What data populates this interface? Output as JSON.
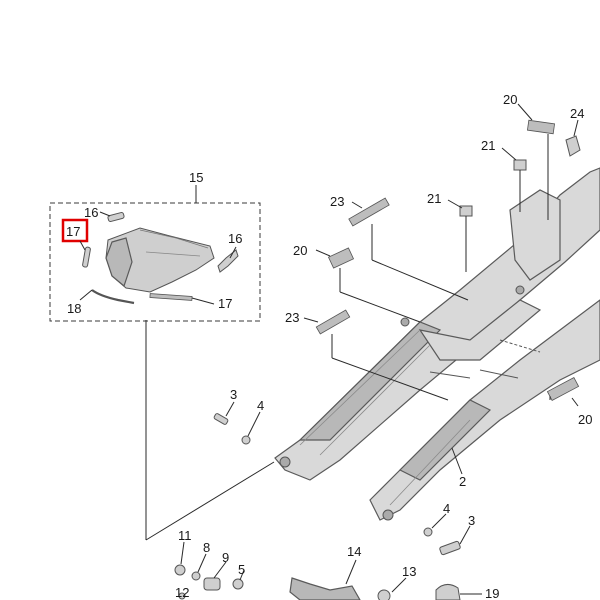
{
  "diagram": {
    "highlighted_callout": "17",
    "callouts": {
      "c15": "15",
      "c16a": "16",
      "c17a": "17",
      "c16b": "16",
      "c18": "18",
      "c17b": "17",
      "c20a": "20",
      "c24": "24",
      "c21a": "21",
      "c23a": "23",
      "c21b": "21",
      "c20b": "20",
      "c23b": "23",
      "c3a": "3",
      "c4a": "4",
      "c20c": "20",
      "c2": "2",
      "c4b": "4",
      "c3b": "3",
      "c11": "11",
      "c8": "8",
      "c9": "9",
      "c5": "5",
      "c12": "12",
      "c14": "14",
      "c13": "13",
      "c19": "19"
    }
  }
}
